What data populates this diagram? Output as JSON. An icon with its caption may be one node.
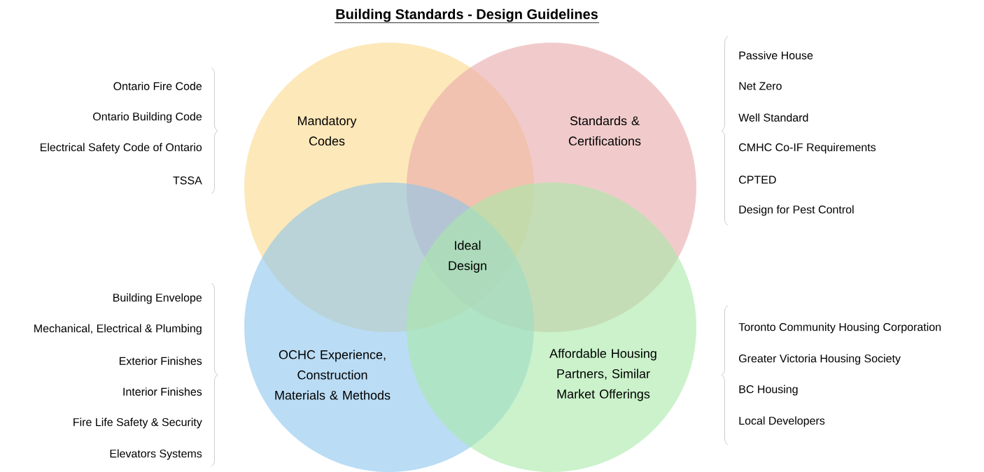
{
  "diagram": {
    "title": "Building Standards - Design Guidelines",
    "nodes": [
      {
        "text": [
          "Mandatory Codes"
        ]
      },
      {
        "text": [
          "Standards & Certifications"
        ]
      },
      {
        "text": [
          "OCHC Experience, Construction Materials & Methods"
        ]
      },
      {
        "text": [
          "Affordable Housing Partners, Similar Market Offerings"
        ]
      },
      {
        "text": [
          "Ideal Design"
        ]
      }
    ],
    "edges": [],
    "labels": [
      "Passive House",
      "Net Zero",
      "Ontario Fire Code",
      "Well Standard",
      "Ontario Building Code",
      "CMHC Co-IF Requirements",
      "Electrical Safety Code of Ontario",
      "CPTED",
      "TSSA",
      "Design for Pest Control",
      "Building Envelope",
      "Mechanical, Electrical & Plumbing",
      "Toronto Community Housing Corporation",
      "Exterior Finishes",
      "Greater Victoria Housing Society",
      "Interior Finishes",
      "BC Housing",
      "Fire Life Safety & Security",
      "Local Developers",
      "Elevators Systems"
    ]
  }
}
